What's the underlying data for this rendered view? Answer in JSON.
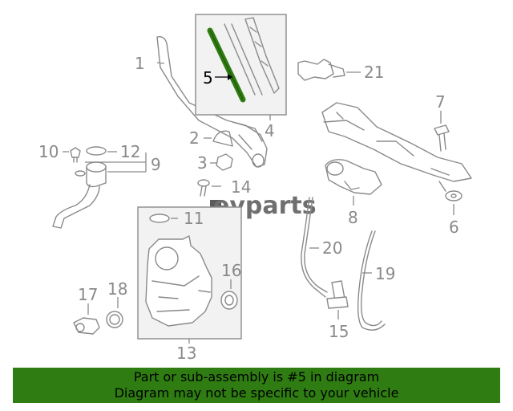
{
  "callouts": {
    "c1": "1",
    "c2": "2",
    "c3": "3",
    "c4": "4",
    "c5": "5",
    "c6": "6",
    "c7": "7",
    "c8": "8",
    "c9": "9",
    "c10": "10",
    "c11": "11",
    "c12": "12",
    "c13": "13",
    "c14": "14",
    "c15": "15",
    "c16": "16",
    "c17": "17",
    "c18": "18",
    "c19": "19",
    "c20": "20",
    "c21": "21"
  },
  "highlighted_part": "5",
  "highlight_color": "#2f7d12",
  "watermark": "evparts",
  "banner": {
    "line1": "Part or sub-assembly is #5 in diagram",
    "line2": "Diagram may not be specific to your vehicle",
    "background": "#2f7d12"
  }
}
